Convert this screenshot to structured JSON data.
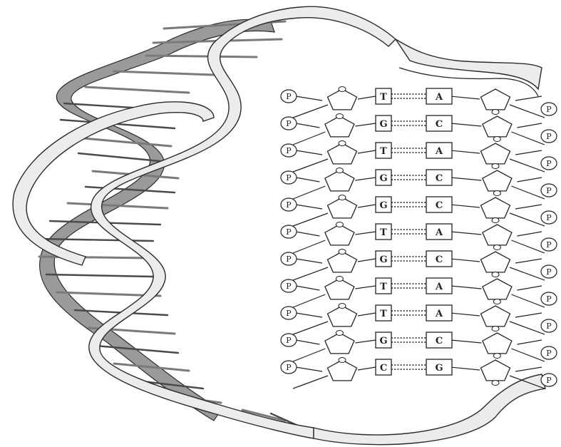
{
  "phosphate_symbol": "P",
  "base_pairs": [
    {
      "left": "T",
      "right": "A"
    },
    {
      "left": "G",
      "right": "C"
    },
    {
      "left": "T",
      "right": "A"
    },
    {
      "left": "G",
      "right": "C"
    },
    {
      "left": "G",
      "right": "C"
    },
    {
      "left": "T",
      "right": "A"
    },
    {
      "left": "G",
      "right": "C"
    },
    {
      "left": "T",
      "right": "A"
    },
    {
      "left": "T",
      "right": "A"
    },
    {
      "left": "G",
      "right": "C"
    },
    {
      "left": "C",
      "right": "G"
    }
  ],
  "colors": {
    "ribbon_front": "#ececec",
    "ribbon_back": "#9a9a9a",
    "outline": "#222222"
  }
}
